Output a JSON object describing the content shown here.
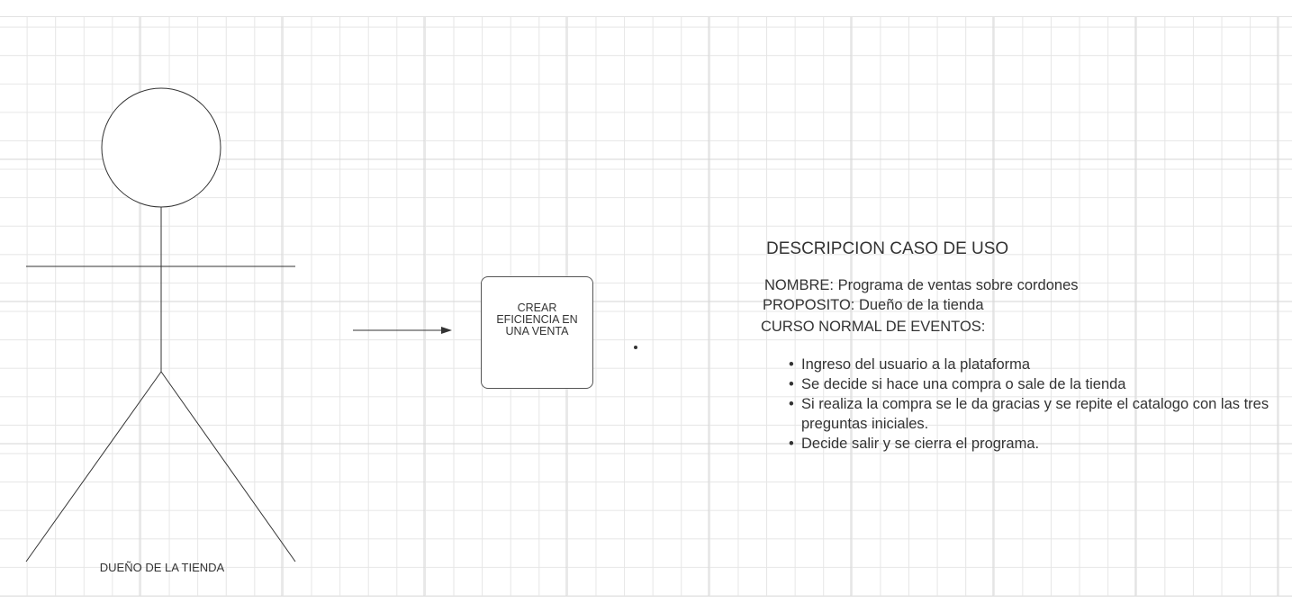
{
  "actor": {
    "label": "DUEÑO DE LA TIENDA"
  },
  "use_case": {
    "line1": "CREAR",
    "line2": "EFICIENCIA EN",
    "line3": "UNA VENTA"
  },
  "description": {
    "title": "DESCRIPCION CASO DE USO",
    "nombre": "NOMBRE: Programa de ventas sobre cordones",
    "proposito": "PROPOSITO: Dueño de la tienda",
    "curso": "CURSO NORMAL DE EVENTOS:",
    "events": [
      "Ingreso del usuario a la plataforma",
      "Se decide si hace una compra o sale de la tienda",
      "Si realiza la compra se le da gracias y se repite el catalogo con las tres preguntas iniciales.",
      "Decide salir y se cierra el programa."
    ],
    "bullet": "•"
  },
  "colors": {
    "stroke": "#333333",
    "grid": "#e6e6e6",
    "background": "#ffffff"
  }
}
